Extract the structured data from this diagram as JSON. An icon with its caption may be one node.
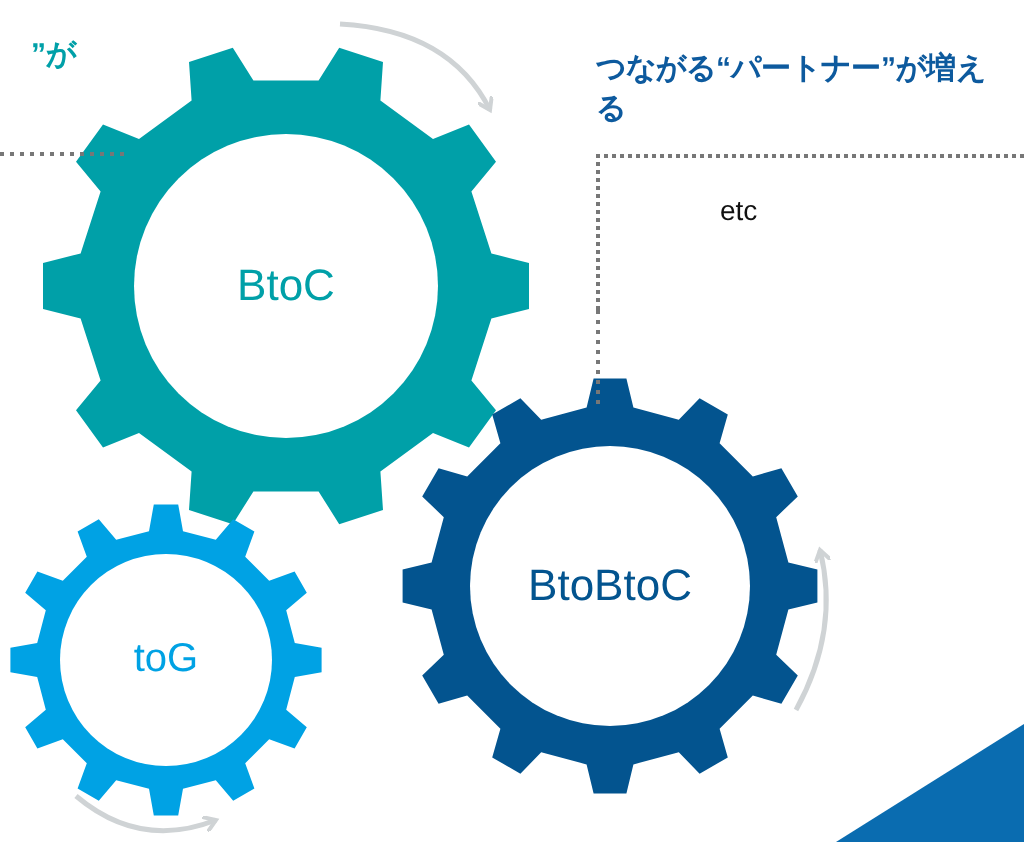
{
  "diagram": {
    "nodes": [
      {
        "text": [
          "”が"
        ]
      },
      {
        "text": [
          "BtoC"
        ]
      },
      {
        "text": [
          "つながる“パートナー”が増える",
          "etc"
        ]
      },
      {
        "text": [
          "BtoBtoC"
        ]
      },
      {
        "text": [
          "toG"
        ]
      }
    ],
    "edges": [
      {
        "from": 0,
        "to": 1,
        "arrow": "none",
        "style": "dashed"
      },
      {
        "from": 2,
        "to": 3,
        "arrow": "none",
        "style": "dashed"
      }
    ]
  }
}
